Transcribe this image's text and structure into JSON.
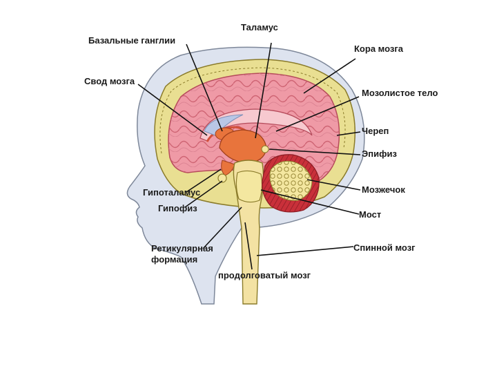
{
  "labels": {
    "basal_ganglia": "Базальные ганглии",
    "thalamus": "Таламус",
    "cortex": "Кора мозга",
    "fornix": "Свод мозга",
    "corpus_callosum": "Мозолистое тело",
    "skull": "Череп",
    "pineal": "Эпифиз",
    "cerebellum": "Мозжечок",
    "hypothalamus": "Гипоталамус",
    "pituitary": "Гипофиз",
    "pons": "Мост",
    "reticular_line1": "Ретикулярная",
    "reticular_line2": "формация",
    "spinal_cord": "Спинной мозг",
    "medulla": "продолговатый мозг"
  },
  "colors": {
    "skin": "#dde3ef",
    "skull": "#e9df92",
    "cortex": "#ef9aa6",
    "brain_fill": "#f7c9cf",
    "stem": "#f3e2a3",
    "thalamus": "#e8743c",
    "cerebellum_red": "#c9303a",
    "cerebellum_yellow": "#f4e7a0",
    "line": "#111111"
  }
}
